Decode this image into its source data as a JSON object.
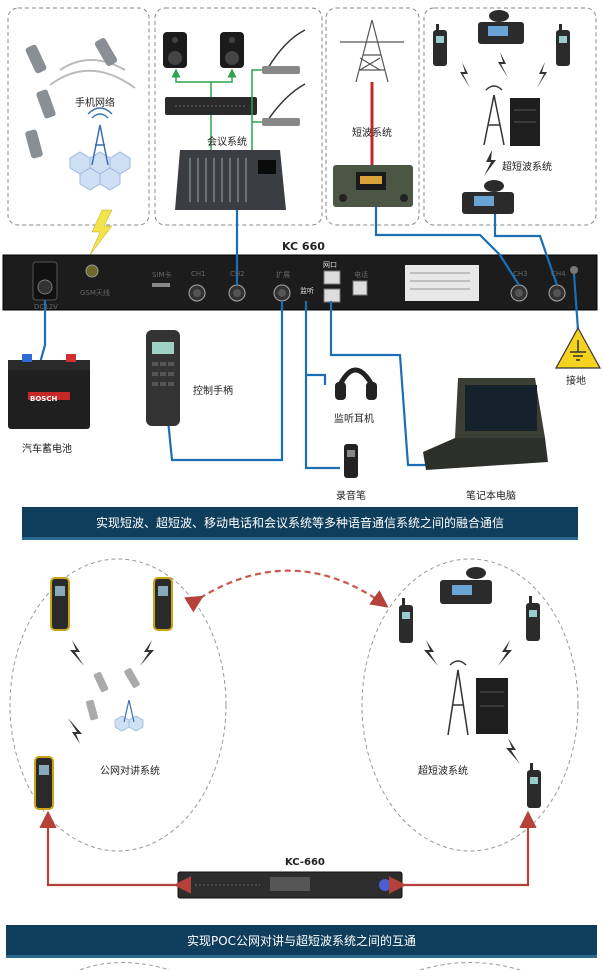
{
  "top": {
    "device_model": "KC 660",
    "mobile_network": "手机网络",
    "conference_system": "会议系统",
    "shortwave_system": "短波系统",
    "ultrashortwave_system": "超短波系统",
    "ports": {
      "sim": "SIM卡",
      "ch1": "CH1",
      "ch2": "CH2",
      "expand": "扩展",
      "network": "网口",
      "phone": "电话",
      "monitor": "监听",
      "ch3": "CH3",
      "ch4": "CH4",
      "dc": "DC12V",
      "gsm": "GSM天线"
    },
    "car_battery": "汽车蓄电池",
    "control_handset": "控制手柄",
    "headphones": "监听耳机",
    "recorder": "录音笔",
    "laptop": "笔记本电脑",
    "ground": "接地",
    "battery_brand": "BOSCH",
    "banner": "实现短波、超短波、移动电话和会议系统等多种语音通信系统之间的融合通信"
  },
  "bottom": {
    "poc_system": "公网对讲系统",
    "ultrashortwave_system": "超短波系统",
    "device_model": "KC-660",
    "banner": "实现POC公网对讲与超短波系统之间的互通"
  },
  "colors": {
    "banner_bg": "#0f3d5c",
    "cable_blue": "#1a6fb5",
    "cable_green": "#2ea44f",
    "cable_red": "#c0282a",
    "arrow_red": "#b5413a"
  }
}
